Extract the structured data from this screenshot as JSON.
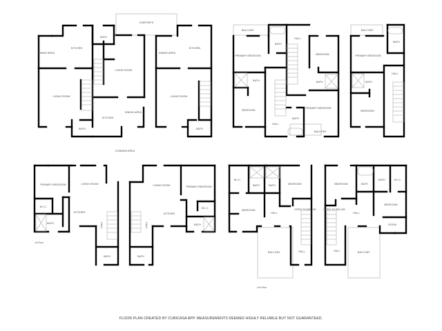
{
  "footer": {
    "disclaimer": "FLOOR PLAN CREATED BY CUBICASA APP. MEASUREMENTS DEEMED HIGHLY RELIABLE BUT NOT GUARANTEED."
  },
  "captions": {
    "common_area": "COMMON AREA",
    "carports": "CARPORTS",
    "first_floor": "1st Floor",
    "second_floor": "2nd Floor"
  },
  "ground_floor": {
    "unit_a": {
      "rooms": [
        "DINING AREA",
        "KITCHEN",
        "LIVING ROOM",
        "BATH"
      ]
    },
    "unit_b": {
      "rooms": [
        "BATH",
        "LIVING ROOM",
        "KITCHEN",
        "DINING AREA",
        "BATH"
      ]
    },
    "unit_c": {
      "rooms": [
        "DINING AREA",
        "KITCHEN",
        "LIVING ROOM",
        "BATH"
      ]
    }
  },
  "upper_floor_top": {
    "unit_a": {
      "rooms": [
        "BALCONY",
        "BATH",
        "PRIMARY BEDROOM",
        "BATH",
        "BEDROOM",
        "HALL"
      ]
    },
    "unit_b": {
      "rooms": [
        "HALL",
        "BEDROOM",
        "BATH",
        "PRIMARY BEDROOM",
        "BATH",
        "BALCONY"
      ]
    },
    "unit_c": {
      "rooms": [
        "BALCONY",
        "BATH",
        "PRIMARY BEDROOM",
        "HALL",
        "BATH",
        "BEDROOM"
      ]
    }
  },
  "first_floor": {
    "left": {
      "rooms": [
        "PRIMARY BEDROOM",
        "LIVING ROOM",
        "W.I.C.",
        "KITCHEN",
        "BATH",
        "HALL",
        "BATH"
      ]
    },
    "right": {
      "rooms": [
        "LIVING ROOM",
        "PRIMARY BEDROOM",
        "W.I.C.",
        "KITCHEN",
        "HALL",
        "BATH",
        "BATH"
      ]
    }
  },
  "second_floor": {
    "left": {
      "rooms": [
        "W.I.C.",
        "BATH",
        "BATH",
        "BEDROOM",
        "BEDROOM",
        "HALL",
        "OPEN TO BELOW",
        "BALCONY",
        "HALL"
      ]
    },
    "right": {
      "rooms": [
        "BEDROOM",
        "BATH",
        "BATH",
        "W.I.C.",
        "BEDROOM",
        "HALL",
        "OPEN TO BELOW",
        "ROOM",
        "BALCONY",
        "HALL"
      ]
    }
  }
}
